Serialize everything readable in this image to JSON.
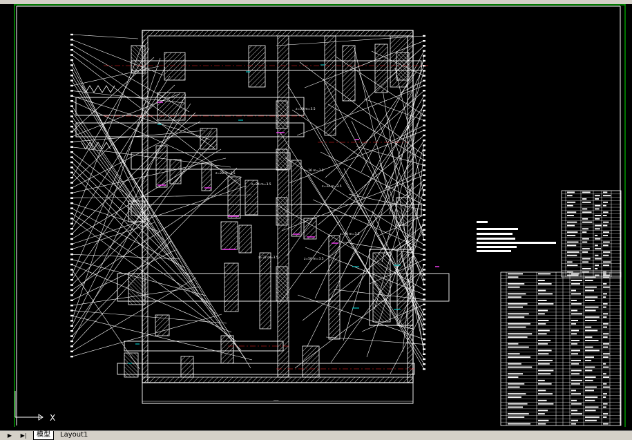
{
  "colors": {
    "background": "#000000",
    "outline": "#ffffff",
    "frame_border": "#00c000",
    "hatch": "#ffffff",
    "centerline": "#ff2020",
    "bearing_accent": "#00c0c0",
    "gear_accent": "#ff40ff"
  },
  "annotations": {
    "gear1": "z=30 m=3.5",
    "gear2": "z=36 m=3.5",
    "gear3": "z=28 m=3.5",
    "gear4": "z=24 m=3.5",
    "gear5": "z=32 m=3.5",
    "gear6": "z=48 m=3.5",
    "gear7": "z=50 m=3.5",
    "gear8": "z=32 m=3.5"
  },
  "tabs": [
    "模型",
    "Layout1"
  ],
  "ucs_icon": "ucs-axis-icon",
  "ucs_label": "X"
}
